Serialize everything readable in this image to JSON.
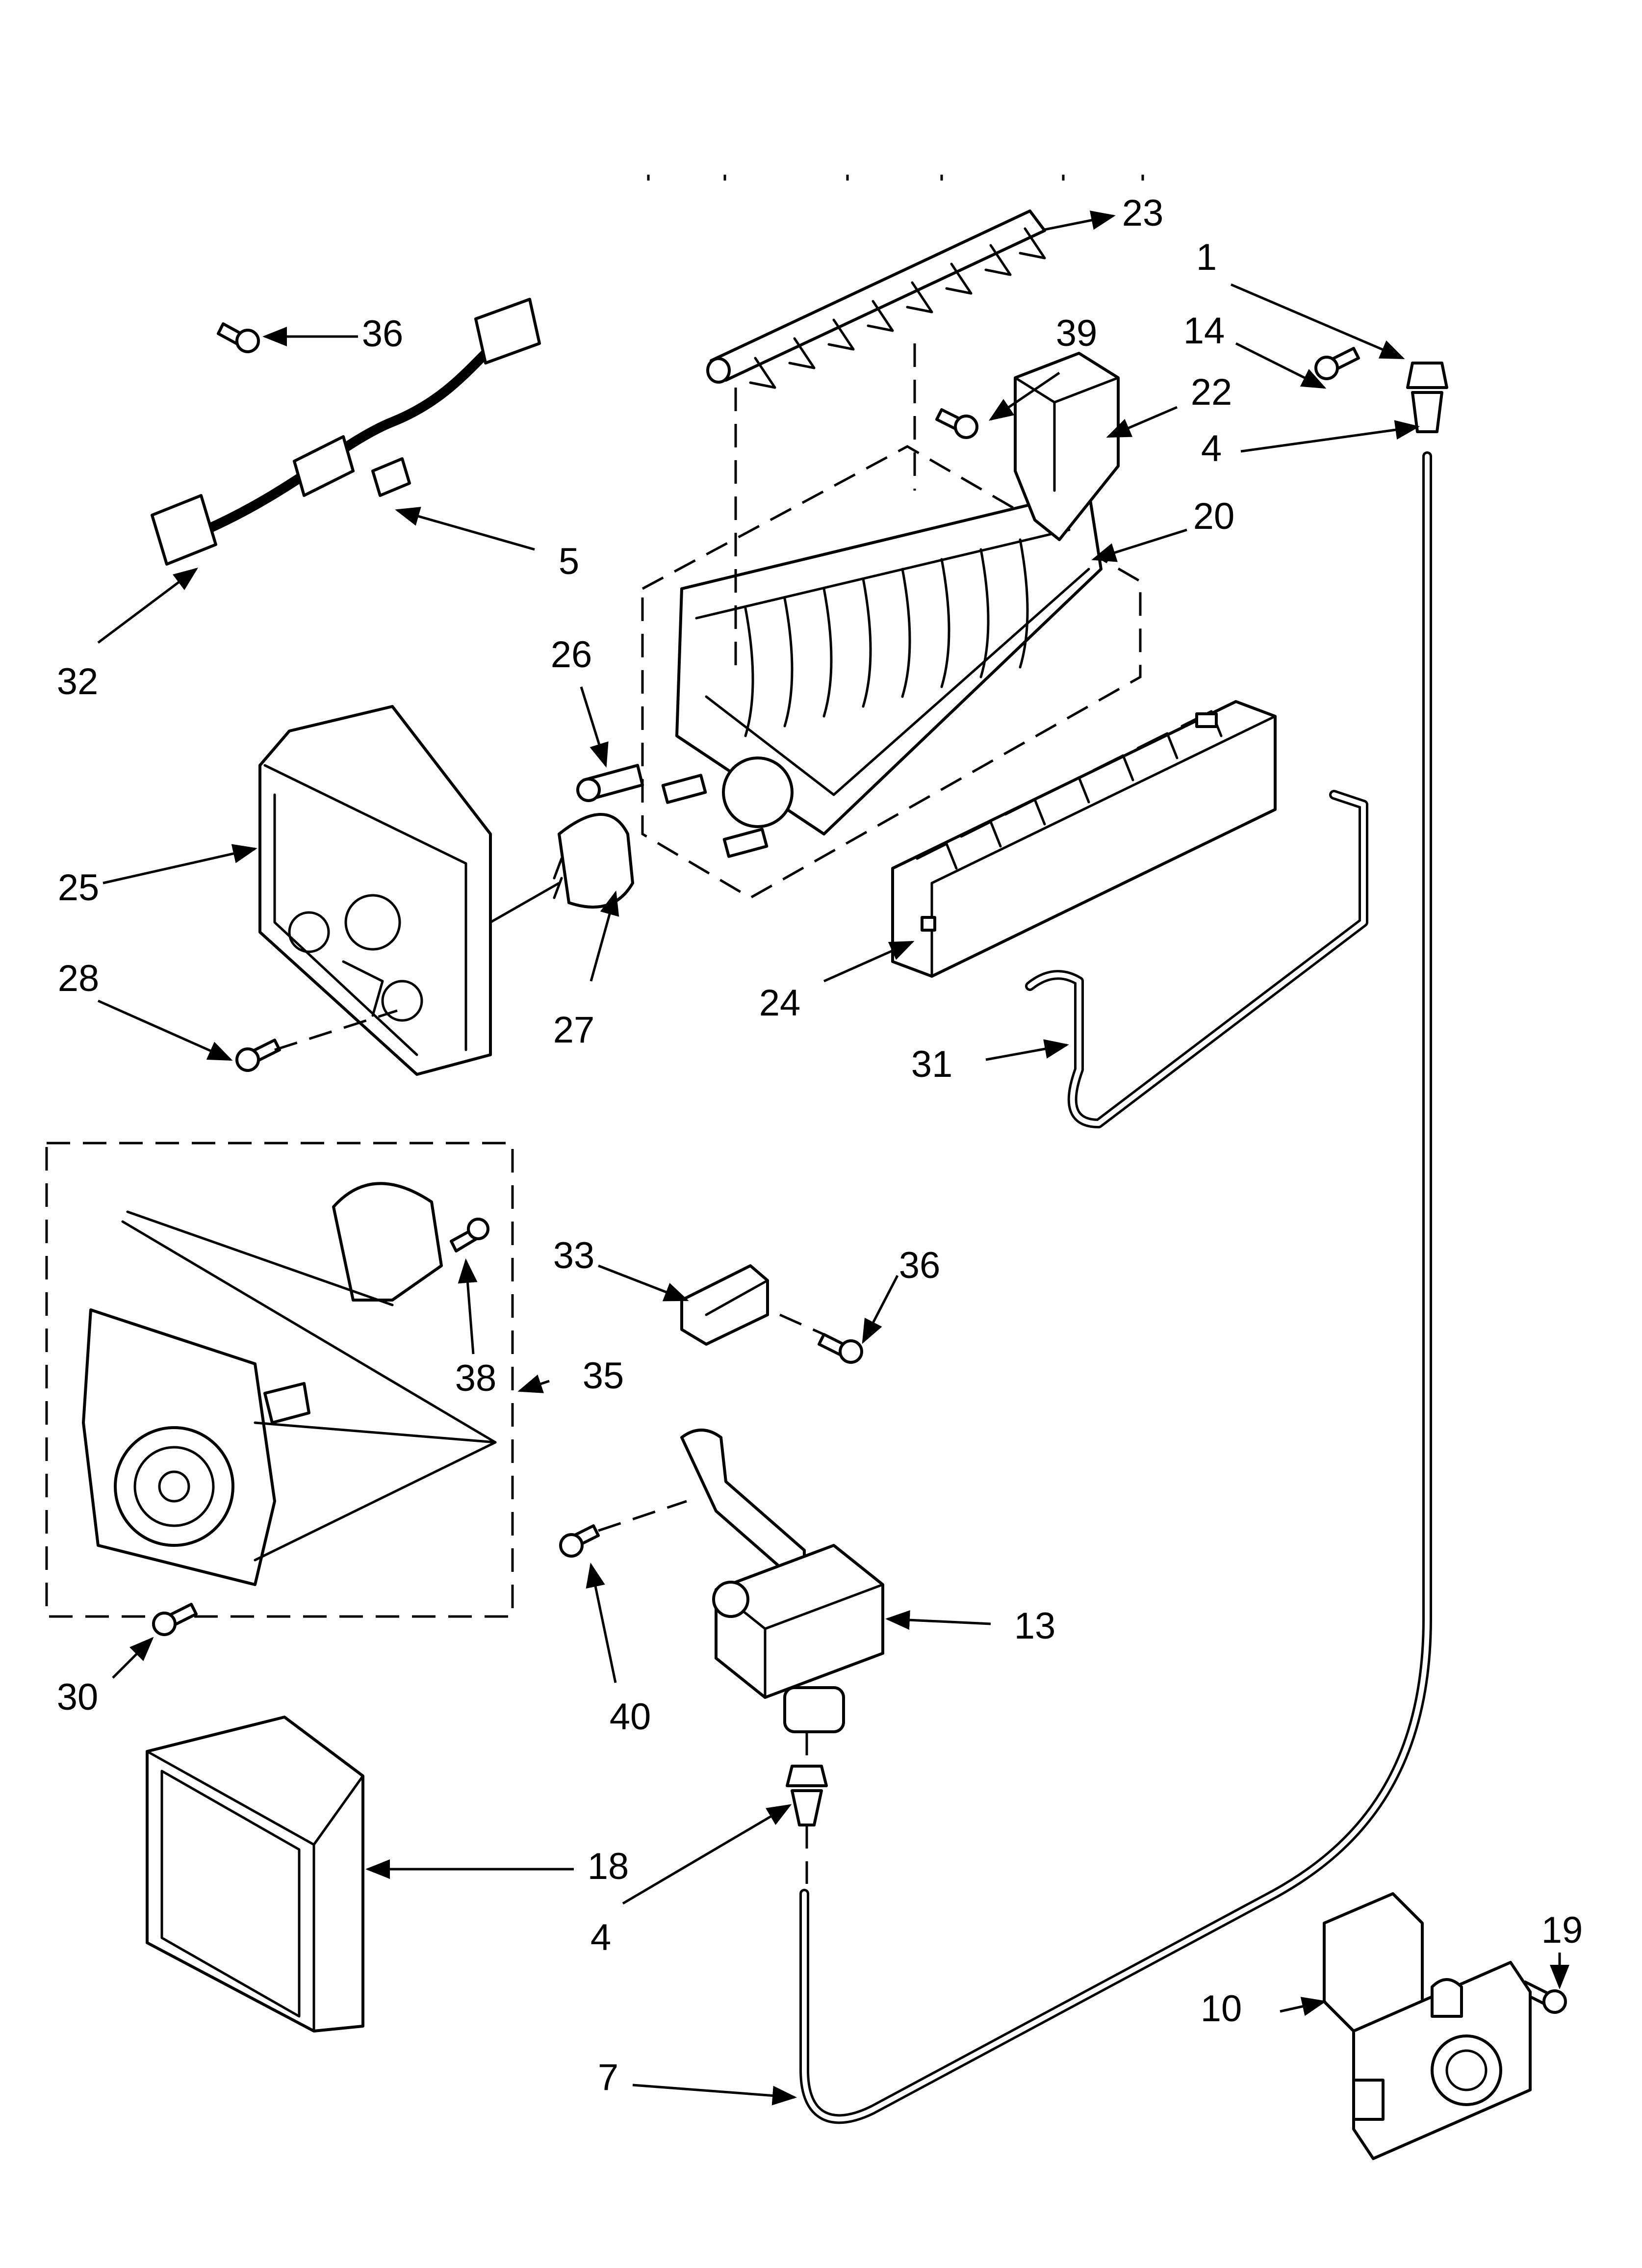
{
  "callouts": {
    "c1": "1",
    "c4a": "4",
    "c4b": "4",
    "c5": "5",
    "c7": "7",
    "c10": "10",
    "c13": "13",
    "c14": "14",
    "c18": "18",
    "c19": "19",
    "c20": "20",
    "c22": "22",
    "c23": "23",
    "c24": "24",
    "c25": "25",
    "c26": "26",
    "c27": "27",
    "c28": "28",
    "c30": "30",
    "c31": "31",
    "c32": "32",
    "c33": "33",
    "c35": "35",
    "c36a": "36",
    "c36b": "36",
    "c38": "38",
    "c39": "39",
    "c40": "40"
  }
}
